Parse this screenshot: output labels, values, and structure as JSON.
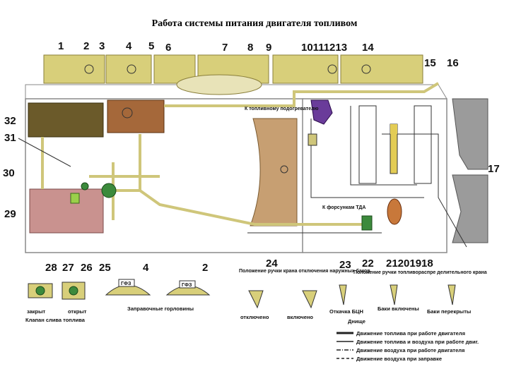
{
  "title": "Работа системы питания двигателя топливом",
  "callouts": [
    "1",
    "2",
    "3",
    "4",
    "5",
    "6",
    "7",
    "8",
    "9",
    "10",
    "11",
    "12",
    "13",
    "14",
    "15",
    "16",
    "17",
    "18",
    "19",
    "20",
    "21",
    "22",
    "23",
    "24",
    "25",
    "26",
    "27",
    "28",
    "29",
    "30",
    "31",
    "32"
  ],
  "callout_groups": {
    "top_10_11_12_13": "10111213",
    "bottom_21_20_19_18": "21201918"
  },
  "labels": {
    "to_heater": "К топливному подогревателю",
    "to_injectors": "К форсункам ТДА",
    "valve_position": "Положение ручки крана отключения наружных баков",
    "distributor_position": "Положение ручки топливораспре делительного крана",
    "closed": "закрыт",
    "open": "открыт",
    "drain_valve": "Клапан слива топлива",
    "filler_necks": "Заправочные горловины",
    "off": "отключено",
    "on": "включено",
    "bcn_pump": "Откачка БЦН",
    "tanks_on": "Баки включены",
    "tanks_blocked": "Баки перекрыты",
    "bottom": "Днище",
    "cap_label": "ГФЗ"
  },
  "legend": [
    {
      "text": "Движение топлива при работе двигателя",
      "style": "solid-thick"
    },
    {
      "text": "Движение топлива и воздуха при работе двиг.",
      "style": "solid-thin"
    },
    {
      "text": "Движение воздуха при работе двигателя",
      "style": "dash-dot"
    },
    {
      "text": "Движение воздуха при заправке",
      "style": "dashed"
    }
  ],
  "colors": {
    "tank_yellow": "#d8cf7a",
    "tank_olive": "#6b5a2a",
    "tank_brown": "#a5683a",
    "tank_pink": "#c9928f",
    "tank_tan": "#c79f72",
    "tank_grey": "#9b9b9b",
    "fuel_line": "#cfc67a",
    "pump_green": "#3c8a3c",
    "heater_purple": "#6a3c9a"
  }
}
